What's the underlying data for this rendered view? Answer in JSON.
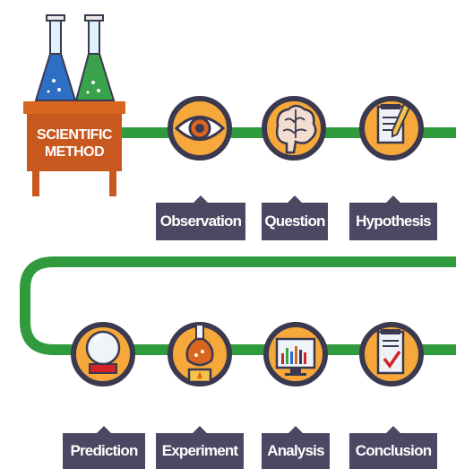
{
  "table": {
    "line1": "SCIENTIFIC",
    "line2": "METHOD"
  },
  "steps": [
    {
      "label": "Observation",
      "icon": "eye-icon"
    },
    {
      "label": "Question",
      "icon": "brain-icon"
    },
    {
      "label": "Hypothesis",
      "icon": "notepad-pencil-icon"
    },
    {
      "label": "Prediction",
      "icon": "crystal-ball-icon"
    },
    {
      "label": "Experiment",
      "icon": "flask-burner-icon"
    },
    {
      "label": "Analysis",
      "icon": "bar-chart-monitor-icon"
    },
    {
      "label": "Conclusion",
      "icon": "checklist-icon"
    }
  ],
  "colors": {
    "line": "#2f9b3c",
    "circle_fill": "#f6a83a",
    "circle_stroke": "#3b3950",
    "label_bg": "#4a4862",
    "table": "#c9581f",
    "flask_blue": "#2d6fc4",
    "flask_green": "#3aa24a"
  }
}
